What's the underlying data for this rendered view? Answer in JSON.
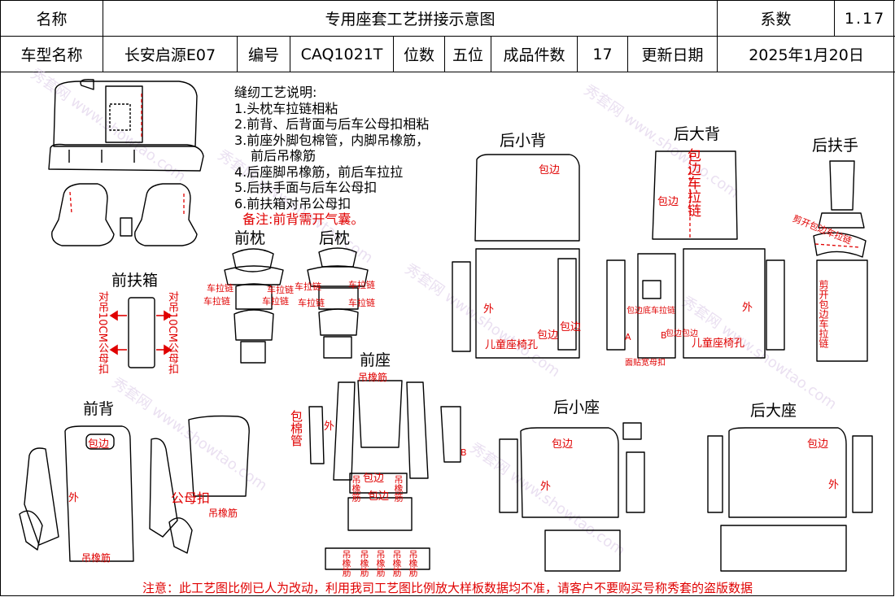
{
  "header": {
    "row1": {
      "name_label": "名称",
      "title": "专用座套工艺拼接示意图",
      "coef_label": "系数",
      "coef_value": "1.17"
    },
    "row2": {
      "model_label": "车型名称",
      "model_value": "长安启源E07",
      "code_label": "编号",
      "code_value": "CAQ1021T",
      "seats_label": "位数",
      "seats_value": "五位",
      "pieces_label": "成品件数",
      "pieces_value": "17",
      "date_label": "更新日期",
      "date_value": "2025年1月20日"
    }
  },
  "notes": {
    "title": "缝纫工艺说明:",
    "items": [
      "1.头枕车拉链相粘",
      "2.前背、后背面与后车公母扣相粘",
      "3.前座外脚包棉管，内脚吊橡筋，",
      "前后吊橡筋",
      "4.后座脚吊橡筋，前后车拉拉",
      "5.后扶手面与后车公母扣",
      "6.前扶箱对吊公母扣"
    ],
    "remark": "备注:前背需开气囊。"
  },
  "sections": {
    "front_headrest": "前枕",
    "rear_headrest": "后枕",
    "front_armbox": "前扶箱",
    "rear_small_back": "后小背",
    "rear_big_back": "后大背",
    "rear_armrest": "后扶手",
    "front_seat": "前座",
    "front_back": "前背",
    "rear_small_seat": "后小座",
    "rear_big_seat": "后大座"
  },
  "marks": {
    "binding": "包边",
    "outer": "外",
    "zipper": "车拉链",
    "bungee": "吊橡筋",
    "snap": "公母扣",
    "child_hole": "儿童座椅孔",
    "armbox_snap": "对吊10CM公母扣",
    "binding_zip": "包边车拉链",
    "cut_binding_zip": "剪开包边车拉链",
    "binding_tube": "包棉管",
    "surface_snap": "面贴宽母扣",
    "b": "B",
    "a": "A",
    "binding_base_zip": "包边底车拉链",
    "mid_binding": "包边包边",
    "binding_zip_edge": "包边包边"
  },
  "footer": "注意：此工艺图比例已人为改动，利用我司工艺图比例放大样板数据均不准，请客户不要购买号称秀套的盗版数据",
  "watermark": "秀套网 www.showtao.com"
}
